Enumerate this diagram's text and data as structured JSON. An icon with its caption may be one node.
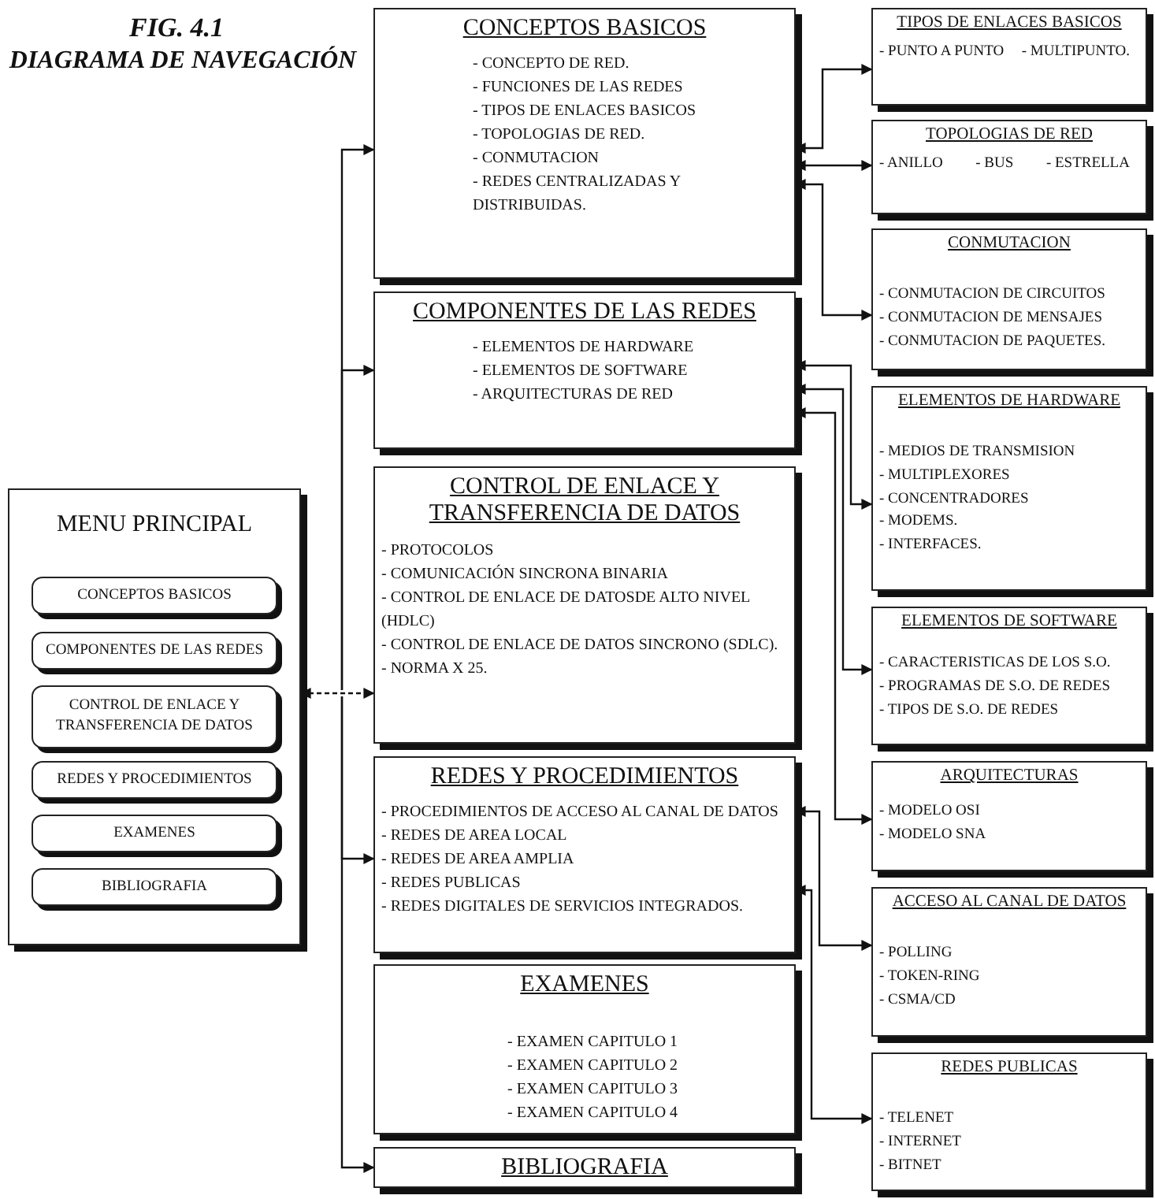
{
  "diagram": {
    "title": "FIG. 4.1",
    "nodes": [
      {
        "text": [
          "MENU PRINCIPAL"
        ]
      },
      {
        "text": [
          "CONCEPTOS BASICOS"
        ],
        "in": 0
      },
      {
        "text": [
          "COMPONENTES DE LAS REDES"
        ],
        "in": 0
      },
      {
        "text": [
          "CONTROL DE ENLACE Y TRANSFERENCIA DE DATOS"
        ],
        "in": 0
      },
      {
        "text": [
          "REDES Y PROCEDIMIENTOS"
        ],
        "in": 0
      },
      {
        "text": [
          "EXAMENES"
        ],
        "in": 0
      },
      {
        "text": [
          "BIBLIOGRAFIA"
        ],
        "in": 0
      },
      {
        "text": [
          "CONCEPTOS BASICOS",
          "- CONCEPTO DE RED.",
          "- FUNCIONES DE LAS REDES",
          "- TIPOS DE ENLACES BASICOS",
          "- TOPOLOGIAS DE RED.",
          "- CONMUTACION",
          "- REDES CENTRALIZADAS Y DISTRIBUIDAS."
        ]
      },
      {
        "text": [
          "COMPONENTES DE LAS REDES",
          "- ELEMENTOS DE HARDWARE",
          "- ELEMENTOS DE SOFTWARE",
          "- ARQUITECTURAS DE RED"
        ]
      },
      {
        "text": [
          "CONTROL DE ENLACE Y TRANSFERENCIA DE DATOS",
          "- PROTOCOLOS",
          "- COMUNICACIÓN SINCRONA BINARIA",
          "- CONTROL DE ENLACE DE DATOSDE ALTO NIVEL (HDLC)",
          "- CONTROL DE ENLACE DE DATOS SINCRONO (SDLC).",
          "- NORMA X 25."
        ]
      },
      {
        "text": [
          "REDES Y PROCEDIMIENTOS",
          "- PROCEDIMIENTOS DE ACCESO AL CANAL DE DATOS",
          "- REDES DE AREA LOCAL",
          "- REDES DE AREA AMPLIA",
          "- REDES PUBLICAS",
          "- REDES DIGITALES DE SERVICIOS INTEGRADOS."
        ]
      },
      {
        "text": [
          "EXAMENES",
          "- EXAMEN CAPITULO 1",
          "- EXAMEN CAPITULO 2",
          "- EXAMEN CAPITULO 3",
          "- EXAMEN CAPITULO 4"
        ]
      },
      {
        "text": [
          "BIBLIOGRAFIA"
        ]
      },
      {
        "text": [
          "TIPOS DE ENLACES BASICOS",
          "- PUNTO A PUNTO",
          "- MULTIPUNTO."
        ]
      },
      {
        "text": [
          "TOPOLOGIAS DE RED",
          "- ANILLO",
          "- BUS",
          "- ESTRELLA"
        ]
      },
      {
        "text": [
          "CONMUTACION",
          "- CONMUTACION DE CIRCUITOS",
          "- CONMUTACION DE MENSAJES",
          "- CONMUTACION DE PAQUETES."
        ]
      },
      {
        "text": [
          "ELEMENTOS DE HARDWARE",
          "- MEDIOS DE TRANSMISION",
          "- MULTIPLEXORES",
          "- CONCENTRADORES",
          "- MODEMS.",
          "- INTERFACES."
        ]
      },
      {
        "text": [
          "ELEMENTOS DE SOFTWARE",
          "- CARACTERISTICAS DE LOS S.O.",
          "- PROGRAMAS DE S.O. DE REDES",
          "- TIPOS DE S.O. DE REDES"
        ]
      },
      {
        "text": [
          "ARQUITECTURAS",
          "- MODELO OSI",
          "- MODELO SNA"
        ]
      },
      {
        "text": [
          "ACCESO AL CANAL DE DATOS",
          "- POLLING",
          "- TOKEN-RING",
          "- CSMA/CD"
        ]
      },
      {
        "text": [
          "REDES PUBLICAS",
          "- TELENET",
          "- INTERNET",
          "- BITNET"
        ]
      }
    ],
    "edges": [
      {
        "from": 0,
        "to": 9,
        "arrow": "both",
        "style": "dashed"
      },
      {
        "from": 0,
        "to": 7,
        "arrow": "to"
      },
      {
        "from": 0,
        "to": 8,
        "arrow": "to"
      },
      {
        "from": 0,
        "to": 10,
        "arrow": "to"
      },
      {
        "from": 0,
        "to": 12,
        "arrow": "to"
      },
      {
        "from": 7,
        "to": 13,
        "arrow": "both"
      },
      {
        "from": 7,
        "to": 14,
        "arrow": "both"
      },
      {
        "from": 7,
        "to": 15,
        "arrow": "both"
      },
      {
        "from": 8,
        "to": 16,
        "arrow": "both"
      },
      {
        "from": 8,
        "to": 17,
        "arrow": "both"
      },
      {
        "from": 8,
        "to": 18,
        "arrow": "both"
      },
      {
        "from": 10,
        "to": 19,
        "arrow": "both"
      },
      {
        "from": 10,
        "to": 20,
        "arrow": "both"
      }
    ],
    "labels": [
      "DIAGRAMA DE NAVEGACIÓN"
    ]
  }
}
